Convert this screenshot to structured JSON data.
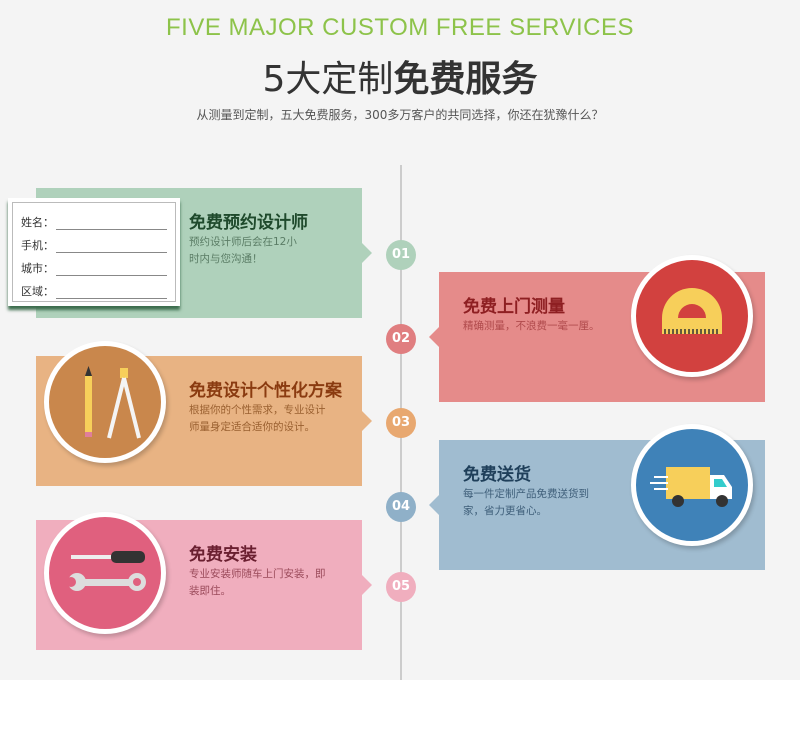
{
  "header": {
    "en_title": "FIVE MAJOR CUSTOM FREE SERVICES",
    "cn_title_light": "5大定制",
    "cn_title_bold": "免费服务",
    "subtitle": "从测量到定制，五大免费服务，300多万客户的共同选择，你还在犹豫什么？"
  },
  "form": {
    "fields": [
      "姓名：",
      "手机：",
      "城市：",
      "区域："
    ]
  },
  "services": [
    {
      "num": "01",
      "title": "免费预约设计师",
      "desc": "预约设计师后会在12小时内与您沟通！",
      "icon": "form-icon",
      "color": "#afd1bb"
    },
    {
      "num": "02",
      "title": "免费上门测量",
      "desc": "精确测量，不浪费一毫一厘。",
      "icon": "protractor-icon",
      "color": "#e58b8a"
    },
    {
      "num": "03",
      "title": "免费设计个性化方案",
      "desc": "根据你的个性需求，专业设计师量身定适合适你的设计。",
      "icon": "pencil-compass-icon",
      "color": "#e8b383"
    },
    {
      "num": "04",
      "title": "免费送货",
      "desc": "每一件定制产品免费送货到家，省力更省心。",
      "icon": "truck-icon",
      "color": "#a0bcd0"
    },
    {
      "num": "05",
      "title": "免费安装",
      "desc": "专业安装师随车上门安装，即装即住。",
      "icon": "tools-icon",
      "color": "#f0aebe"
    }
  ]
}
